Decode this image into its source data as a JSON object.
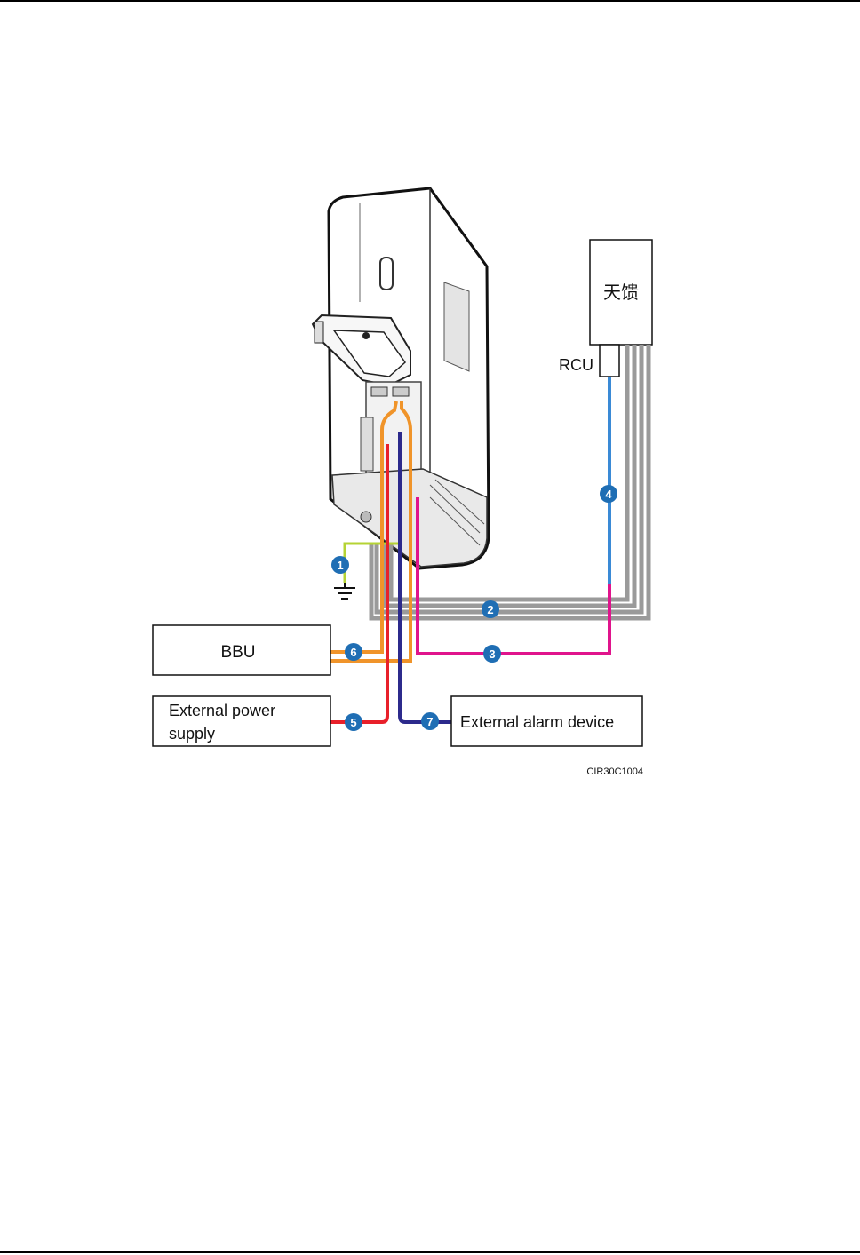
{
  "labels": {
    "antenna": "天馈",
    "rcu": "RCU",
    "bbu": "BBU",
    "power_line1": "External power",
    "power_line2": "supply",
    "alarm": "External alarm device",
    "figure_id": "CIR30C1004"
  },
  "callouts": {
    "ground": "1",
    "cable2": "2",
    "cable3": "3",
    "cable4": "4",
    "cable5": "5",
    "cable6": "6",
    "cable7": "7"
  },
  "colors": {
    "ground": "#b5d334",
    "rf_gray": "#9a9a9a",
    "rcu_blue": "#3a8ad6",
    "magenta": "#e0148c",
    "orange": "#f0942a",
    "red": "#e8202a",
    "navy": "#2c2a8c",
    "callout": "#1f6eb4"
  }
}
